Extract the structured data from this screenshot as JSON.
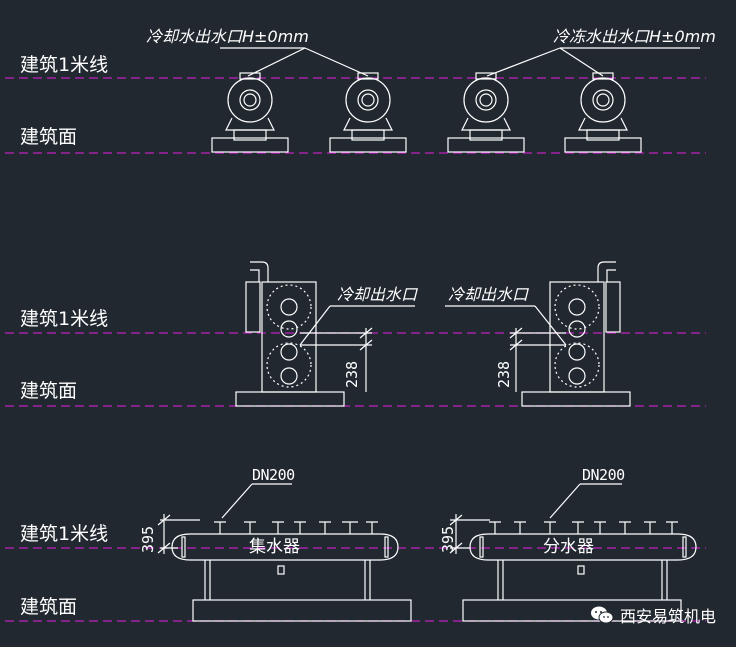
{
  "levels": {
    "one_meter": "建筑1米线",
    "floor": "建筑面"
  },
  "notes": {
    "cooling_water_outlet_h": "冷却水出水口H±0mm",
    "chilled_water_outlet_h": "冷冻水出水口H±0mm",
    "cooling_outlet_left": "冷却出水口",
    "cooling_outlet_right": "冷却出水口"
  },
  "dimensions": {
    "chiller_left": "238",
    "chiller_right": "238",
    "header_left": "395",
    "header_right": "395"
  },
  "pipes": {
    "left": "DN200",
    "right": "DN200"
  },
  "headers": {
    "collector": "集水器",
    "distributor": "分水器"
  },
  "watermark": "西安易筑机电",
  "colors": {
    "background": "#212830",
    "dashed_line": "#c020c0",
    "drawing": "#ffffff"
  }
}
